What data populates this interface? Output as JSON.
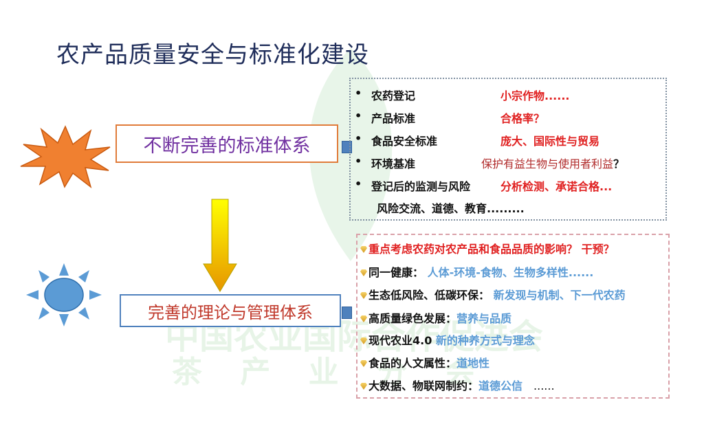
{
  "title": "农产品质量安全与标准化建设",
  "watermark": {
    "line1": "中国农业国际合作促进会",
    "line2": "茶 产 业 分 会"
  },
  "box1": {
    "label": "不断完善的标准体系",
    "items": [
      {
        "label": "农药登记",
        "note": "小宗作物......"
      },
      {
        "label": "产品标准",
        "note": "合格率？"
      },
      {
        "label": "食品安全标准",
        "note": "庞大、国际性与贸易"
      },
      {
        "label": "环境基准",
        "note": "保护有益生物与使用者利益",
        "note_suffix": "？"
      },
      {
        "label": "登记后的监测与风险",
        "note": "分析检测、承诺合格..."
      }
    ],
    "extra": "风险交流、道德、教育........."
  },
  "box2": {
    "label": "完善的理论与管理体系",
    "items": [
      {
        "label": "重点考虑农药对农产品和食品品质的影响？ 干预？",
        "note": ""
      },
      {
        "label": "同一健康：",
        "note": " 人体-环境-食物、生物多样性......"
      },
      {
        "label": "生态低风险、低碳环保：",
        "note": " 新发现与机制、下一代农药"
      },
      {
        "label": "高质量绿色发展：",
        "note": "营养与品质"
      },
      {
        "label": "现代农业4.0",
        "note": " 新的种养方式与理念"
      },
      {
        "label": "食品的人文属性：",
        "note": "道地性"
      },
      {
        "label": "大数据、物联网制约：",
        "note": "道德公信",
        "trail": "......"
      }
    ]
  },
  "colors": {
    "title": "#1f2d5a",
    "star": "#f08030",
    "sun": "#5b9bd5",
    "arrow_top": "#ffff00",
    "arrow_bottom": "#e69500"
  }
}
